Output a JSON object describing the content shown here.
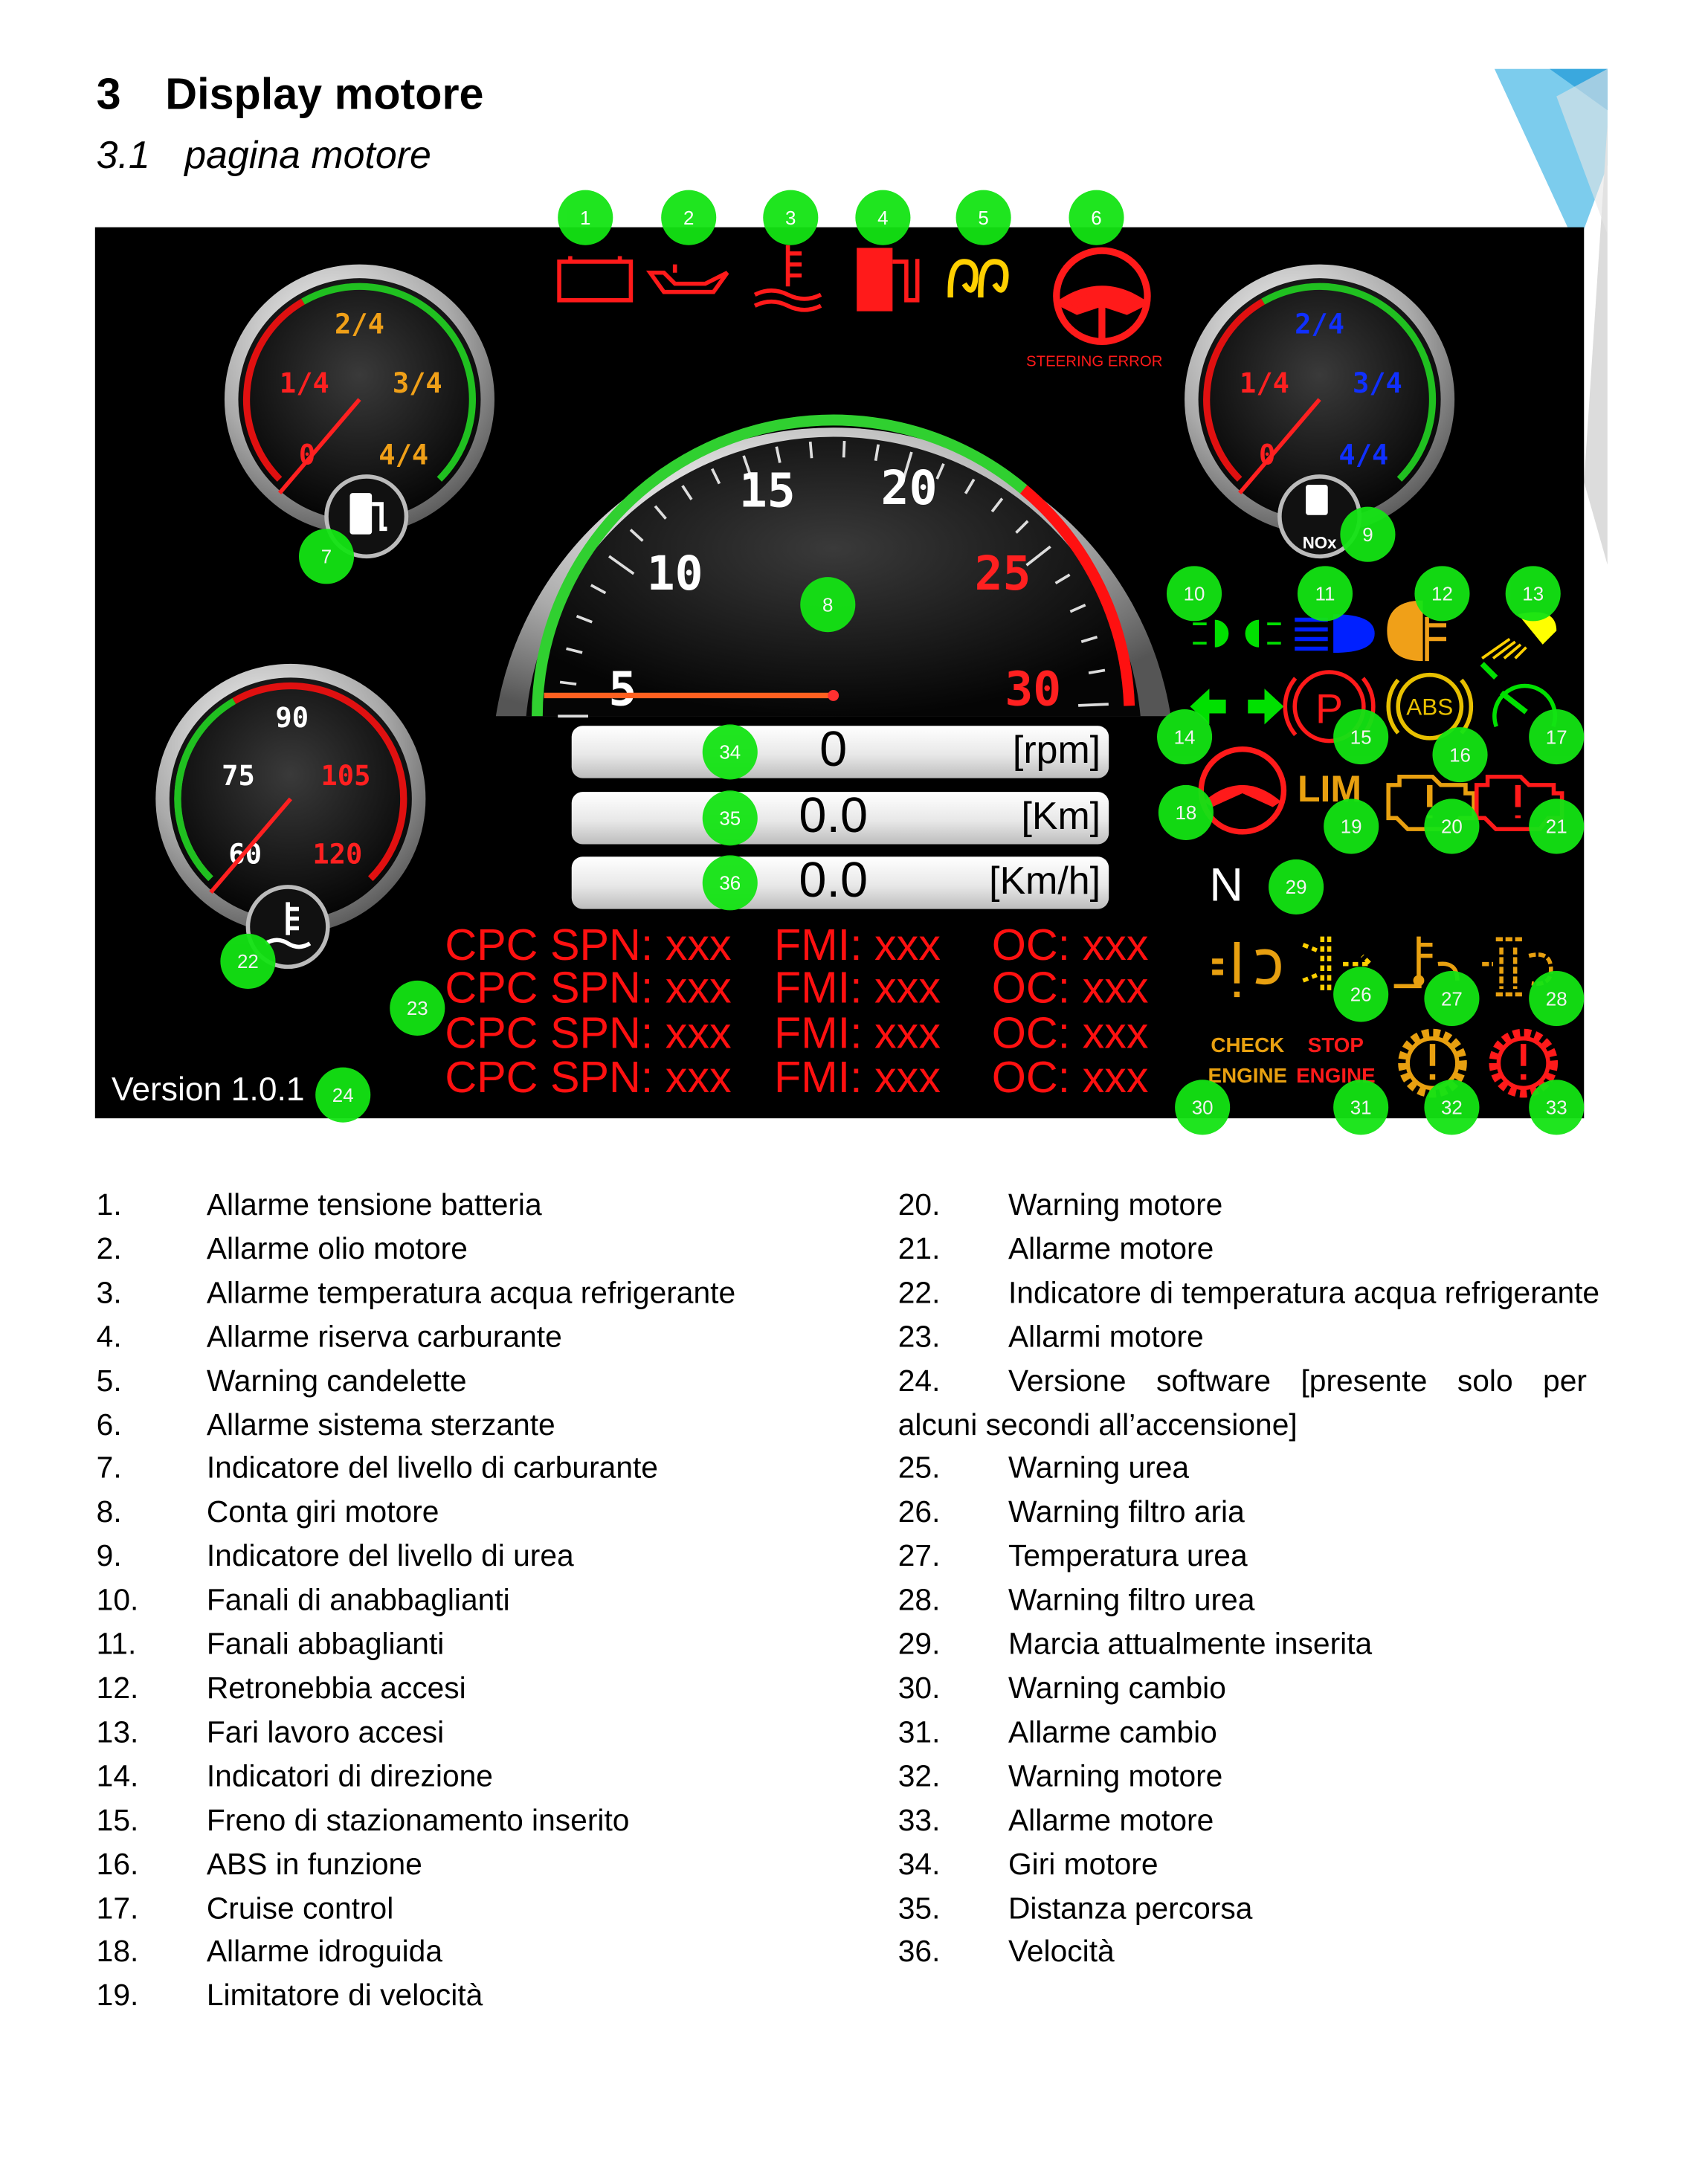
{
  "heading": {
    "number": "3",
    "title": "Display motore"
  },
  "subheading": {
    "number": "3.1",
    "title": "pagina motore"
  },
  "dashboard": {
    "steering_error_label": "STEERING ERROR",
    "fuel_gauge": {
      "labels": [
        "0",
        "1/4",
        "2/4",
        "3/4",
        "4/4"
      ]
    },
    "urea_gauge": {
      "labels": [
        "0",
        "1/4",
        "2/4",
        "3/4",
        "4/4"
      ],
      "icon_text": "NOx"
    },
    "temp_gauge": {
      "labels": [
        "60",
        "75",
        "90",
        "105",
        "120"
      ]
    },
    "tachometer": {
      "labels": [
        "5",
        "10",
        "15",
        "20",
        "25",
        "30"
      ]
    },
    "readouts": [
      {
        "value": "0",
        "unit": "[rpm]"
      },
      {
        "value": "0.0",
        "unit": "[Km]"
      },
      {
        "value": "0.0",
        "unit": "[Km/h]"
      }
    ],
    "errors": [
      {
        "spn": "CPC SPN: xxx",
        "fmi": "FMI: xxx",
        "oc": "OC: xxx"
      },
      {
        "spn": "CPC SPN: xxx",
        "fmi": "FMI: xxx",
        "oc": "OC: xxx"
      },
      {
        "spn": "CPC SPN: xxx",
        "fmi": "FMI: xxx",
        "oc": "OC: xxx"
      },
      {
        "spn": "CPC SPN: xxx",
        "fmi": "FMI: xxx",
        "oc": "OC: xxx"
      }
    ],
    "version": "Version 1.0.1",
    "gear": "N",
    "icon_texts": {
      "parking": "P",
      "abs": "ABS",
      "limiter": "LIM",
      "check": "CHECK",
      "check_engine": "ENGINE",
      "stop": "STOP",
      "stop_engine": "ENGINE"
    },
    "colors": {
      "alarm": "#ff0000",
      "warning": "#f0a018",
      "indicator": "#00e000",
      "high_beam": "#0020ff",
      "marker": "#14e414"
    }
  },
  "markers": [
    "1",
    "2",
    "3",
    "4",
    "5",
    "6",
    "7",
    "8",
    "9",
    "10",
    "11",
    "12",
    "13",
    "14",
    "15",
    "16",
    "17",
    "18",
    "19",
    "20",
    "21",
    "22",
    "23",
    "24",
    "26",
    "27",
    "28",
    "29",
    "30",
    "31",
    "32",
    "33",
    "34",
    "35",
    "36"
  ],
  "legend_left": [
    {
      "n": "1.",
      "text": "Allarme tensione batteria"
    },
    {
      "n": "2.",
      "text": "Allarme olio motore"
    },
    {
      "n": "3.",
      "text": "Allarme temperatura acqua refrigerante"
    },
    {
      "n": "4.",
      "text": "Allarme riserva carburante"
    },
    {
      "n": "5.",
      "text": "Warning candelette"
    },
    {
      "n": "6.",
      "text": "Allarme sistema sterzante"
    },
    {
      "n": "7.",
      "text": "Indicatore del livello di carburante"
    },
    {
      "n": "8.",
      "text": "Conta giri motore"
    },
    {
      "n": "9.",
      "text": "Indicatore del livello di urea"
    },
    {
      "n": "10.",
      "text": "Fanali di anabbaglianti"
    },
    {
      "n": "11.",
      "text": "Fanali abbaglianti"
    },
    {
      "n": "12.",
      "text": "Retronebbia accesi"
    },
    {
      "n": "13.",
      "text": "Fari lavoro accesi"
    },
    {
      "n": "14.",
      "text": "Indicatori di direzione"
    },
    {
      "n": "15.",
      "text": "Freno di stazionamento inserito"
    },
    {
      "n": "16.",
      "text": "ABS in funzione"
    },
    {
      "n": "17.",
      "text": "Cruise control"
    },
    {
      "n": "18.",
      "text": "Allarme idroguida"
    },
    {
      "n": "19.",
      "text": "Limitatore di velocità"
    }
  ],
  "legend_right": [
    {
      "n": "20.",
      "text": "Warning motore"
    },
    {
      "n": "21.",
      "text": "Allarme motore"
    },
    {
      "n": "22.",
      "text": "Indicatore di temperatura acqua refrigerante"
    },
    {
      "n": "23.",
      "text": "Allarmi motore"
    },
    {
      "n": "24.",
      "text": "Versione software [presente solo per alcuni secondi all’accensione]"
    },
    {
      "n": "25.",
      "text": "Warning urea"
    },
    {
      "n": "26.",
      "text": "Warning filtro aria"
    },
    {
      "n": "27.",
      "text": "Temperatura urea"
    },
    {
      "n": "28.",
      "text": "Warning filtro urea"
    },
    {
      "n": "29.",
      "text": "Marcia attualmente inserita"
    },
    {
      "n": "30.",
      "text": "Warning cambio"
    },
    {
      "n": "31.",
      "text": "Allarme cambio"
    },
    {
      "n": "32.",
      "text": "Warning motore"
    },
    {
      "n": "33.",
      "text": "Allarme motore"
    },
    {
      "n": "34.",
      "text": "Giri motore"
    },
    {
      "n": "35.",
      "text": "Distanza percorsa"
    },
    {
      "n": "36.",
      "text": "Velocità"
    }
  ]
}
